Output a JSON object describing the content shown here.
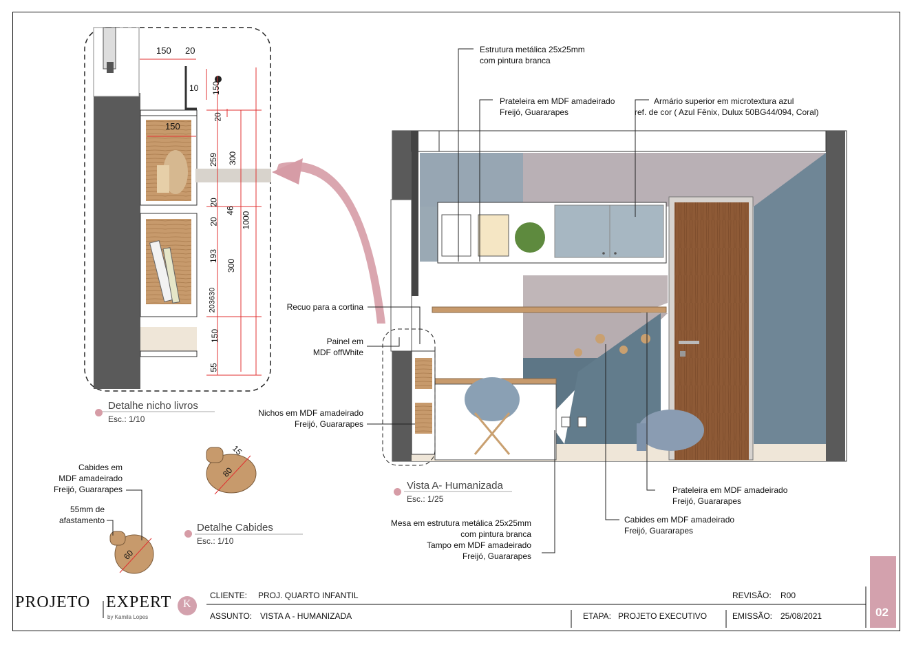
{
  "annotations": {
    "estrutura": [
      "Estrutura metálica 25x25mm",
      "com pintura branca"
    ],
    "prateleira_top": [
      "Prateleira em MDF amadeirado",
      "Freijó, Guararapes"
    ],
    "armario": [
      "Armário superior em microtextura azul",
      "ref. de cor ( Azul Fênix, Dulux 50BG44/094, Coral)"
    ],
    "recuo": "Recuo para a cortina",
    "painel": [
      "Painel em",
      "MDF offWhite"
    ],
    "nichos": [
      "Nichos em MDF amadeirado",
      "Freijó, Guararapes"
    ],
    "prateleira_bottom": [
      "Prateleira em MDF amadeirado",
      "Freijó, Guararapes"
    ],
    "cabides_main": [
      "Cabides em MDF amadeirado",
      "Freijó, Guararapes"
    ],
    "mesa": [
      "Mesa em estrutura metálica 25x25mm",
      "com pintura branca",
      "Tampo em MDF amadeirado",
      "Freijó, Guararapes"
    ],
    "cabides_detail": [
      "Cabides em",
      "MDF amadeirado",
      "Freijó, Guararapes"
    ],
    "afastamento": [
      "55mm  de",
      "afastamento"
    ]
  },
  "views": {
    "nicho": {
      "title": "Detalhe nicho livros",
      "scale": "Esc.: 1/10"
    },
    "cabides": {
      "title": "Detalhe Cabides",
      "scale": "Esc.: 1/10"
    },
    "vista": {
      "title": "Vista A- Humanizada",
      "scale": "Esc.: 1/25"
    }
  },
  "dimensions": {
    "top150": "150",
    "top20": "20",
    "d10": "10",
    "v150a": "150",
    "d20a": "20",
    "inner150": "150",
    "d259": "259",
    "d300a": "300",
    "d20b": "20",
    "d46": "46",
    "d20c": "20",
    "d1000": "1000",
    "d193": "193",
    "d300b": "300",
    "d3630": "203630",
    "d150b": "150",
    "d55": "55",
    "k15": "15",
    "k80": "80",
    "k60": "60"
  },
  "titleblock": {
    "logo_main": "PROJETO",
    "logo_second": "EXPERT",
    "logo_sub": "by Kamila Lopes",
    "logo_k": "K",
    "cliente_label": "CLIENTE:",
    "cliente_value": "PROJ. QUARTO INFANTIL",
    "assunto_label": "ASSUNTO:",
    "assunto_value": "VISTA A - HUMANIZADA",
    "etapa_label": "ETAPA:",
    "etapa_value": "PROJETO EXECUTIVO",
    "revisao_label": "REVISÃO:",
    "revisao_value": "R00",
    "emissao_label": "EMISSÃO:",
    "emissao_value": "25/08/2021",
    "sheet_number": "02"
  },
  "colors": {
    "accent": "#d69ca6",
    "wood": "#b07a4c",
    "blue_gray": "#8a9cab",
    "dim_red": "#e03030"
  }
}
